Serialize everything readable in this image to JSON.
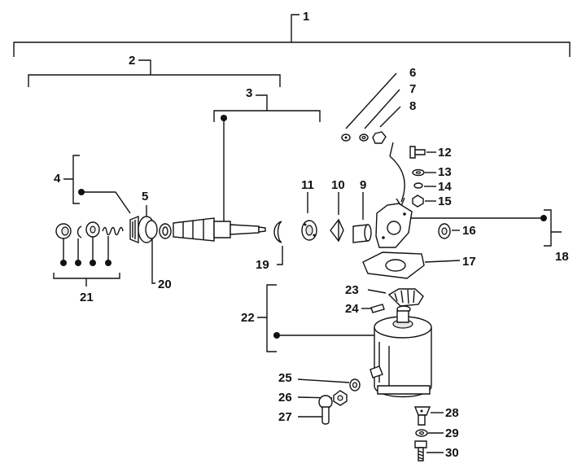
{
  "callouts": {
    "c1": "1",
    "c2": "2",
    "c3": "3",
    "c4": "4",
    "c5": "5",
    "c6": "6",
    "c7": "7",
    "c8": "8",
    "c9": "9",
    "c10": "10",
    "c11": "11",
    "c12": "12",
    "c13": "13",
    "c14": "14",
    "c15": "15",
    "c16": "16",
    "c17": "17",
    "c18": "18",
    "c19": "19",
    "c20": "20",
    "c21": "21",
    "c22": "22",
    "c23": "23",
    "c24": "24",
    "c25": "25",
    "c26": "26",
    "c27": "27",
    "c28": "28",
    "c29": "29",
    "c30": "30"
  },
  "colors": {
    "ink": "#111111",
    "paper": "#ffffff",
    "shade": "#e6e6e6"
  }
}
